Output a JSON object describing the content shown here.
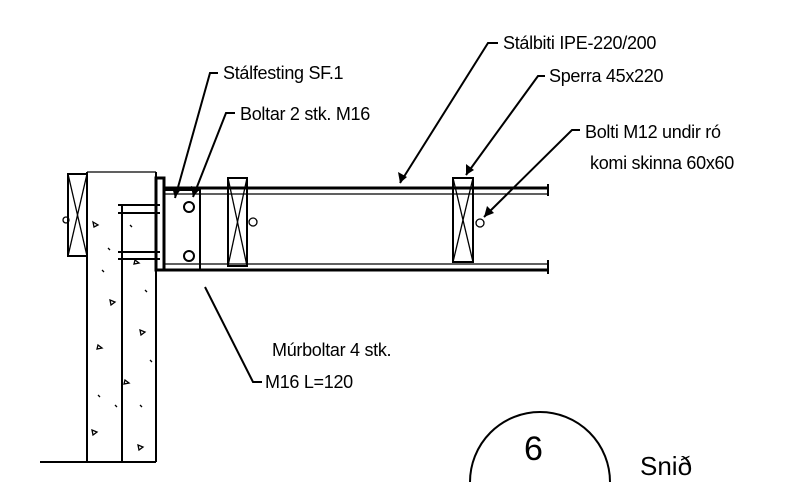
{
  "labels": {
    "beam": "Stálbiti IPE-220/200",
    "bracket": "Stálfesting SF.1",
    "rafter": "Sperra 45x220",
    "bolts": "Boltar 2 stk. M16",
    "bolt_m12_line1": "Bolti M12 undir ró",
    "bolt_m12_line2": "komi skinna 60x60",
    "anchor_line1": "Múrboltar 4 stk.",
    "anchor_line2": "M16 L=120"
  },
  "section": {
    "number": "6",
    "title": "Snið"
  }
}
